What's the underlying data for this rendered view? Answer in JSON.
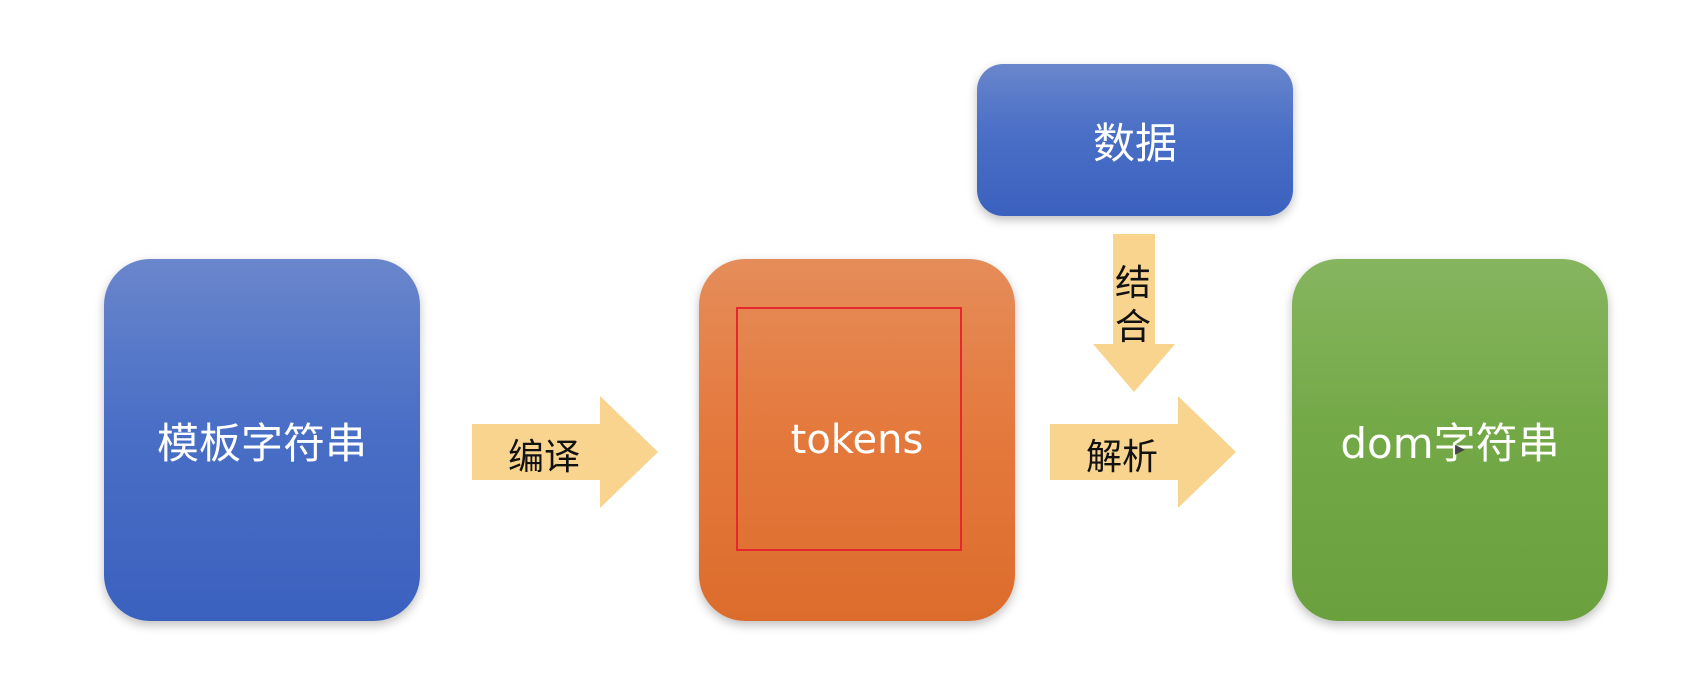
{
  "nodes": {
    "template": {
      "label": "模板字符串",
      "color": "#4a6fc6"
    },
    "tokens": {
      "label": "tokens",
      "color": "#e57a3e"
    },
    "dom": {
      "label": "dom字符串",
      "color": "#74a947"
    },
    "data": {
      "label": "数据",
      "color": "#4a6fc6"
    }
  },
  "edges": {
    "compile": {
      "label": "编译",
      "from": "template",
      "to": "tokens"
    },
    "parse": {
      "label": "解析",
      "from": "tokens",
      "to": "dom"
    },
    "combine": {
      "label": "结合",
      "from": "data",
      "to": "parse"
    }
  },
  "colors": {
    "arrow_fill": "#f8d48f",
    "highlight_border": "#e5282e"
  }
}
